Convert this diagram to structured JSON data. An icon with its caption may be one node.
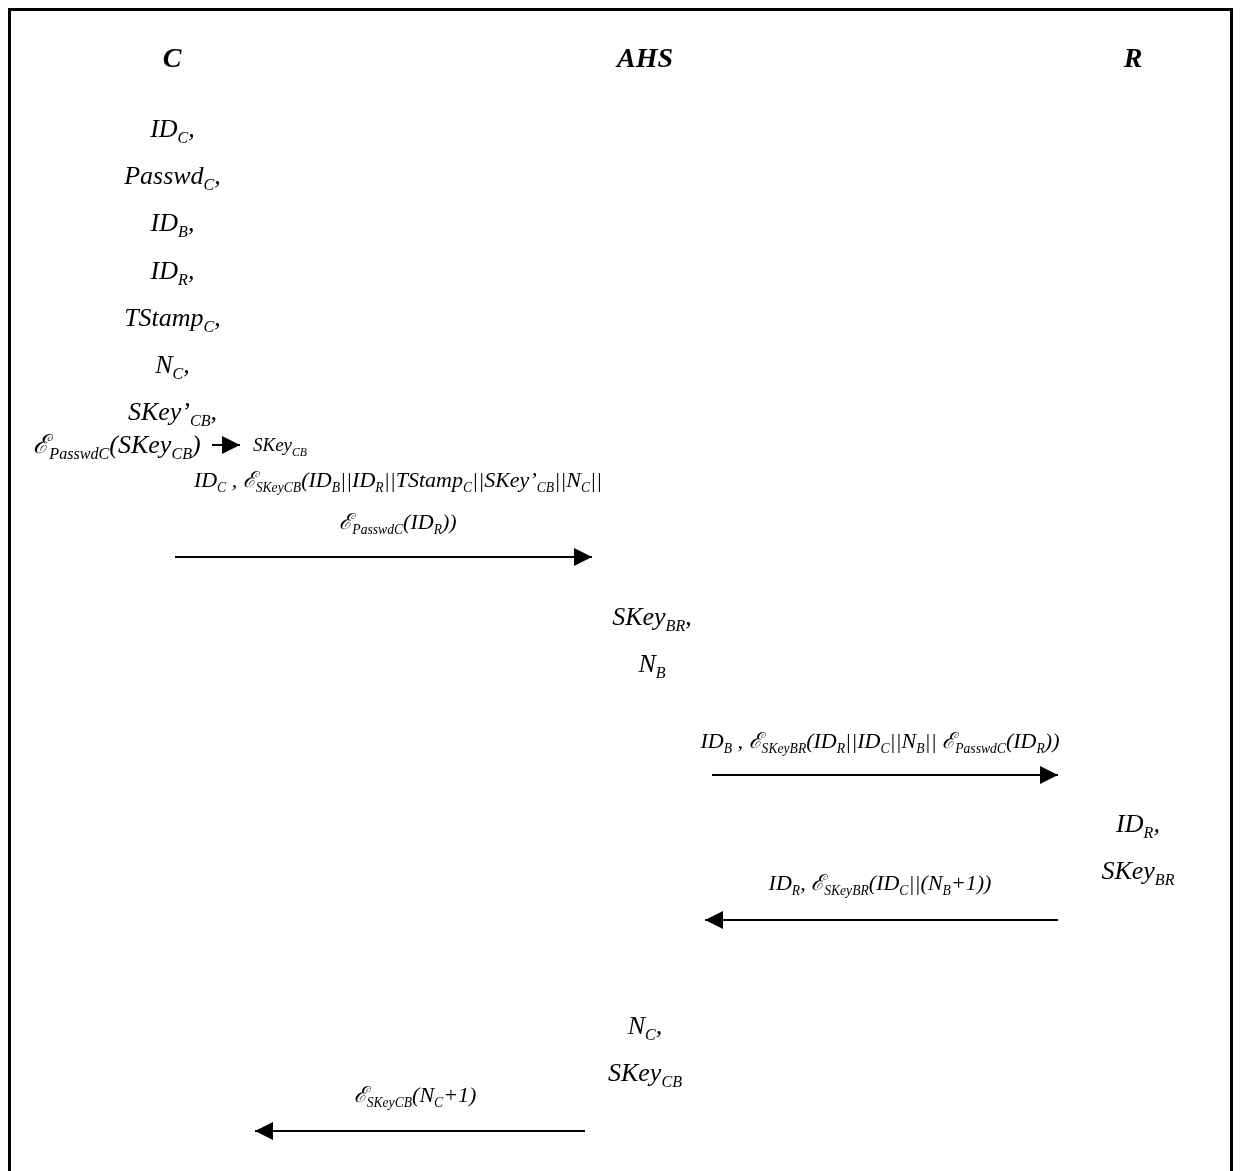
{
  "diagram": {
    "nodes": [
      {
        "text": [
          "C"
        ]
      },
      {
        "text": [
          "AHS"
        ]
      },
      {
        "text": [
          "R"
        ]
      },
      {
        "text": [
          "ID$_{C}$,",
          "Passwd$_{C}$,",
          "ID$_{B}$,",
          "ID$_{R}$,",
          "TStamp$_{C}$,",
          "N$_{C}$,",
          "SKey’$_{CB}$,"
        ]
      },
      {
        "text": [
          "ℰ$_{Passwd}$$_{C}$(SKey$_{CB}$)"
        ]
      },
      {
        "text": [
          "SKey$_{CB}$"
        ]
      },
      {
        "text": [
          "SKey$_{BR}$,",
          "N$_{B}$"
        ]
      },
      {
        "text": [
          "ID$_{R}$,",
          "SKey$_{BR}$"
        ]
      },
      {
        "text": [
          "N$_{C}$,",
          "SKey$_{CB}$"
        ]
      }
    ],
    "edges": [
      {
        "from": 4,
        "to": 5,
        "arrow": "to"
      },
      {
        "from": null,
        "to": 6,
        "arrow": "to",
        "label": "ID$_{C}$ , ℰ$_{SKey}$$_{CB}$(ID$_{B}$||ID$_{R}$||TStamp$_{C}$||SKey’$_{CB}$||N$_{C}$|| ℰ$_{Passwd}$$_{C}$(ID$_{R}$))"
      },
      {
        "from": 6,
        "to": 7,
        "arrow": "to",
        "label": "ID$_{B}$ , ℰ$_{SKey}$$_{BR}$(ID$_{R}$||ID$_{C}$||N$_{B}$|| ℰ$_{Passwd}$$_{C}$(ID$_{R}$))"
      },
      {
        "from": 7,
        "to": 8,
        "arrow": "to",
        "label": "ID$_{R}$, ℰ$_{SKey}$$_{BR}$(ID$_{C}$||(N$_{B}$+1))"
      },
      {
        "from": 8,
        "to": null,
        "arrow": "to",
        "label": "ℰ$_{SKey}$$_{CB}$(N$_{C}$+1)"
      }
    ]
  }
}
